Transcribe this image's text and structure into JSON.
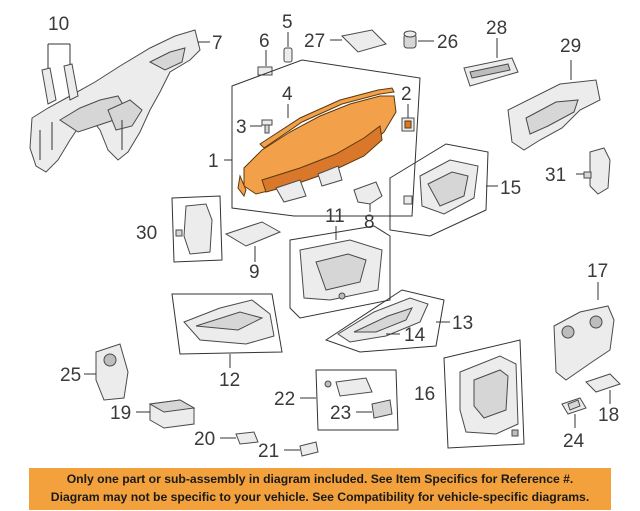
{
  "callouts": {
    "c1": "1",
    "c2": "2",
    "c3": "3",
    "c4": "4",
    "c5": "5",
    "c6": "6",
    "c7": "7",
    "c8": "8",
    "c9": "9",
    "c10": "10",
    "c11": "11",
    "c12": "12",
    "c13": "13",
    "c14": "14",
    "c15": "15",
    "c16": "16",
    "c17": "17",
    "c18": "18",
    "c19": "19",
    "c20": "20",
    "c21": "21",
    "c22": "22",
    "c23": "23",
    "c24": "24",
    "c25": "25",
    "c26": "26",
    "c27": "27",
    "c28": "28",
    "c29": "29",
    "c30": "30",
    "c31": "31"
  },
  "banner": {
    "line1": "Only one part or sub-assembly in diagram included. See Item Specifics for Reference #.",
    "line2": "Diagram may not be specific to your vehicle. See Compatibility for vehicle-specific diagrams."
  },
  "colors": {
    "highlight": "#f3a04a",
    "banner_bg": "#f2a13c"
  }
}
